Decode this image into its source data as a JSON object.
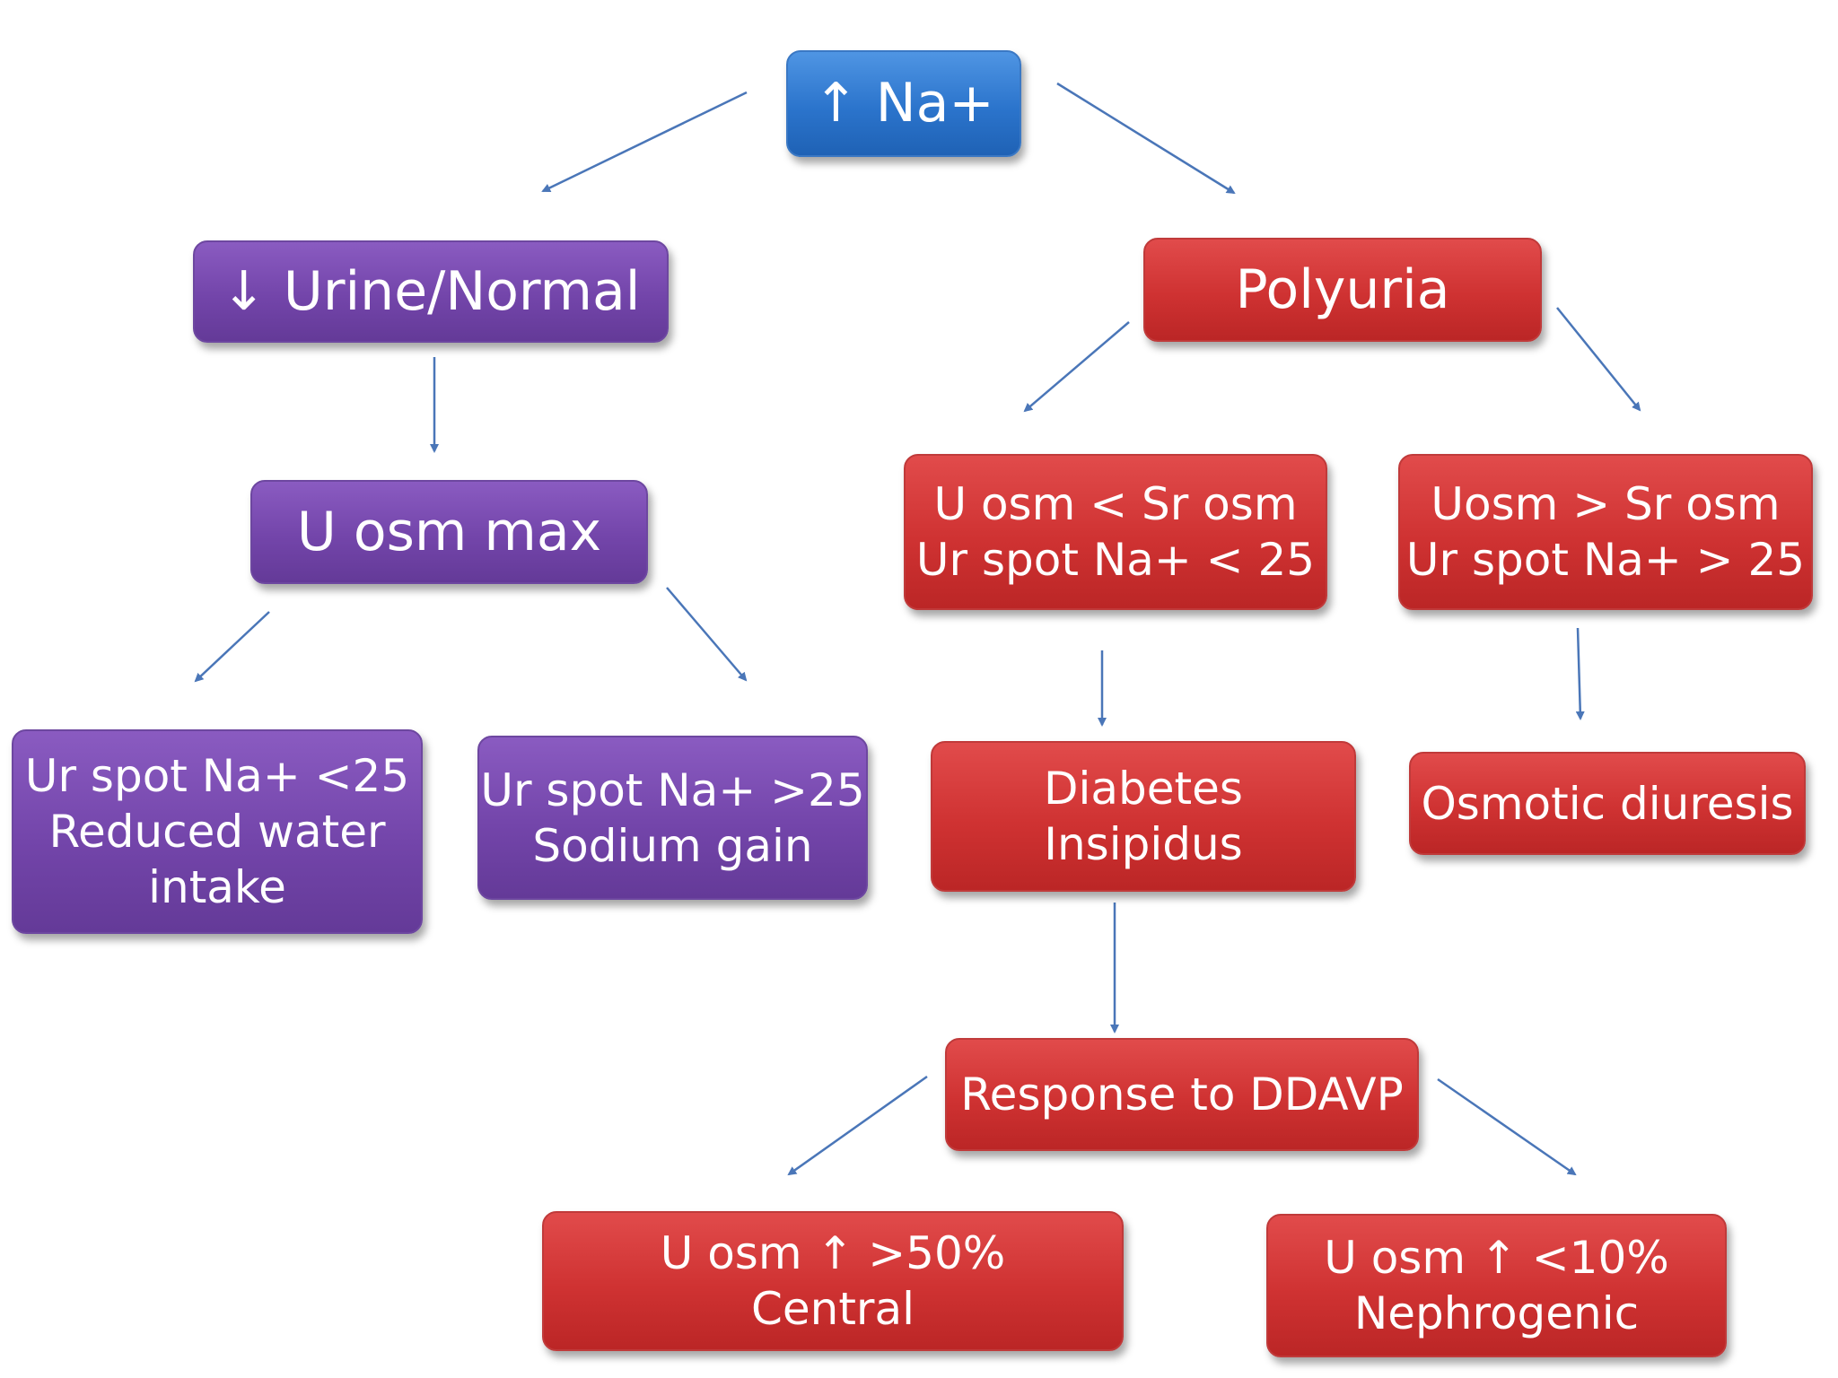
{
  "colors": {
    "blue": "#2b74cc",
    "purple": "#7345aa",
    "red": "#cf3232",
    "arrow": "#4a76b8"
  },
  "nodes": {
    "na_high": {
      "lines": [
        "↑ Na+"
      ]
    },
    "urine_normal": {
      "lines": [
        "↓ Urine/Normal"
      ]
    },
    "polyuria": {
      "lines": [
        "Polyuria"
      ]
    },
    "u_osm_max": {
      "lines": [
        "U osm max"
      ]
    },
    "u_osm_low": {
      "lines": [
        "U osm < Sr osm",
        "Ur spot Na+ < 25"
      ]
    },
    "u_osm_high": {
      "lines": [
        "Uosm > Sr osm",
        "Ur spot Na+ > 25"
      ]
    },
    "reduced_intake": {
      "lines": [
        "Ur spot Na+ <25",
        "Reduced water",
        "intake"
      ]
    },
    "sodium_gain": {
      "lines": [
        "Ur spot Na+ >25",
        "Sodium gain"
      ]
    },
    "diabetes_insipidus": {
      "lines": [
        "Diabetes",
        "Insipidus"
      ]
    },
    "osmotic_diuresis": {
      "lines": [
        "Osmotic diuresis"
      ]
    },
    "ddavp": {
      "lines": [
        "Response to DDAVP"
      ]
    },
    "central": {
      "lines": [
        "U osm ↑ >50%",
        "Central"
      ]
    },
    "nephrogenic": {
      "lines": [
        "U osm ↑ <10%",
        "Nephrogenic"
      ]
    }
  },
  "edges": [
    {
      "from": "na_high",
      "to": "urine_normal"
    },
    {
      "from": "na_high",
      "to": "polyuria"
    },
    {
      "from": "urine_normal",
      "to": "u_osm_max"
    },
    {
      "from": "u_osm_max",
      "to": "reduced_intake"
    },
    {
      "from": "u_osm_max",
      "to": "sodium_gain"
    },
    {
      "from": "polyuria",
      "to": "u_osm_low"
    },
    {
      "from": "polyuria",
      "to": "u_osm_high"
    },
    {
      "from": "u_osm_low",
      "to": "diabetes_insipidus"
    },
    {
      "from": "u_osm_high",
      "to": "osmotic_diuresis"
    },
    {
      "from": "diabetes_insipidus",
      "to": "ddavp"
    },
    {
      "from": "ddavp",
      "to": "central"
    },
    {
      "from": "ddavp",
      "to": "nephrogenic"
    }
  ]
}
